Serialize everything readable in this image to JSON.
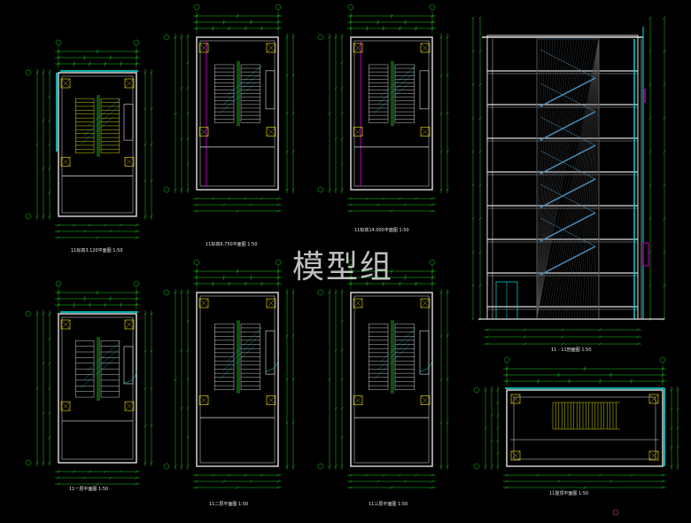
{
  "watermark": "模型组",
  "colors": {
    "background": "#000000",
    "wall": "#e0e0e0",
    "dimension": "#22cc22",
    "column": "#d8c800",
    "stair": "#e8e800",
    "cyan": "#00e0e0",
    "magenta": "#e000e0",
    "hatch": "#4a90c0",
    "title": "#e8e8e8"
  },
  "plans": [
    {
      "title": "11标高3.120平面图",
      "scale": "1:50"
    },
    {
      "title": "11标高6.750平面图",
      "scale": "1:50"
    },
    {
      "title": "11标高14.000平面图",
      "scale": "1:50"
    },
    {
      "title": "11一层平面图",
      "scale": "1:50"
    },
    {
      "title": "11二层平面图",
      "scale": "1:50"
    },
    {
      "title": "11三层平面图",
      "scale": "1:50"
    },
    {
      "title": "11屋顶平面图",
      "scale": "1:50"
    }
  ],
  "section": {
    "title": "11 - 11剖面图",
    "scale": "1:50"
  }
}
